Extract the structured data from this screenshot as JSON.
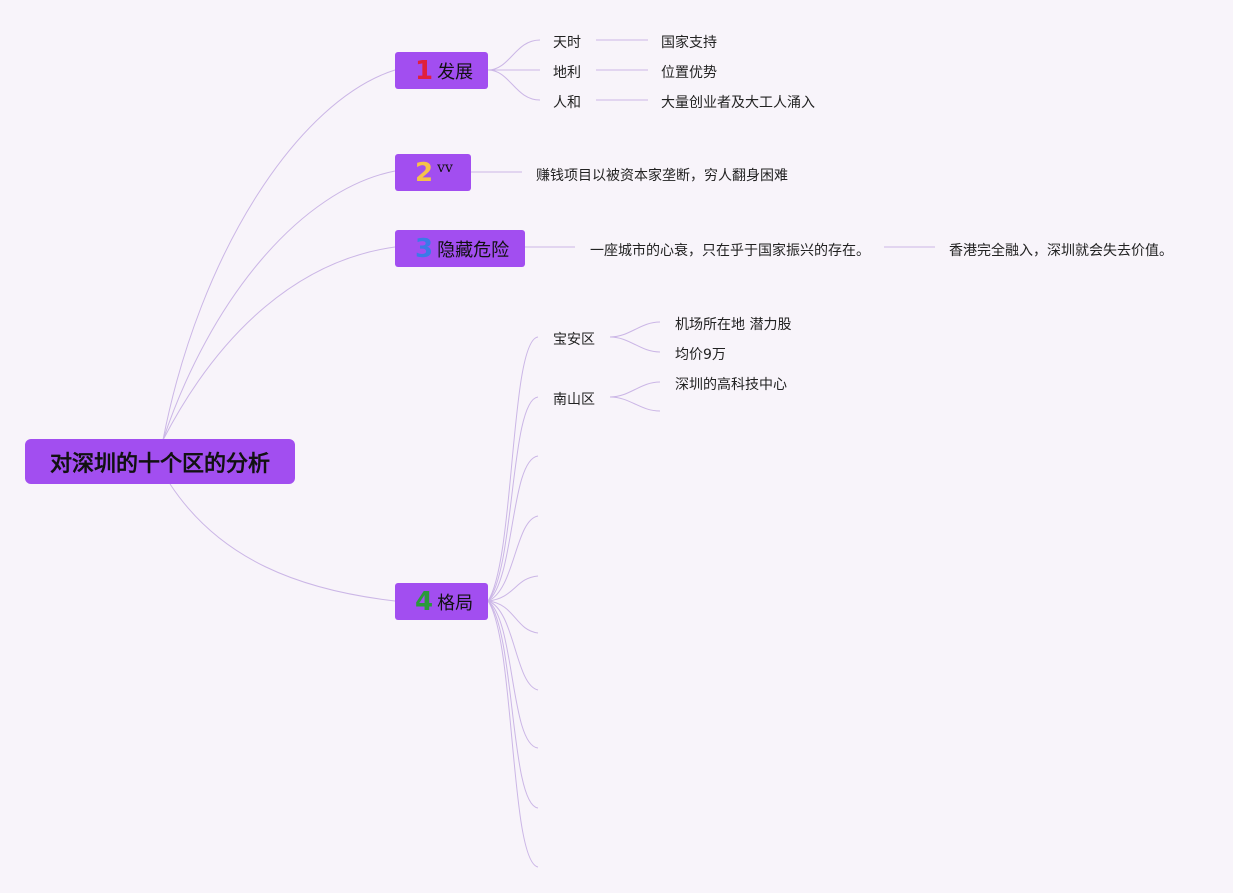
{
  "root": {
    "title": "对深圳的十个区的分析"
  },
  "branches": [
    {
      "num": "1",
      "num_color": "#e0203c",
      "label": "发展",
      "children": [
        {
          "label": "天时",
          "detail": "国家支持"
        },
        {
          "label": "地利",
          "detail": "位置优势"
        },
        {
          "label": "人和",
          "detail": "大量创业者及大工人涌入"
        }
      ]
    },
    {
      "num": "2",
      "num_color": "#f5c24a",
      "label": "vv",
      "children": [
        {
          "label": "赚钱项目以被资本家垄断，穷人翻身困难"
        }
      ]
    },
    {
      "num": "3",
      "num_color": "#3b7ae8",
      "label": "隐藏危险",
      "children": [
        {
          "label": "一座城市的心衰，只在乎于国家振兴的存在。",
          "detail": "香港完全融入，深圳就会失去价值。"
        }
      ]
    },
    {
      "num": "4",
      "num_color": "#2a9a3a",
      "label": "格局",
      "children": [
        {
          "label": "宝安区",
          "details": [
            "机场所在地 潜力股",
            "均价9万"
          ]
        },
        {
          "label": "南山区",
          "details": [
            "深圳的高科技中心",
            ""
          ]
        }
      ]
    }
  ]
}
